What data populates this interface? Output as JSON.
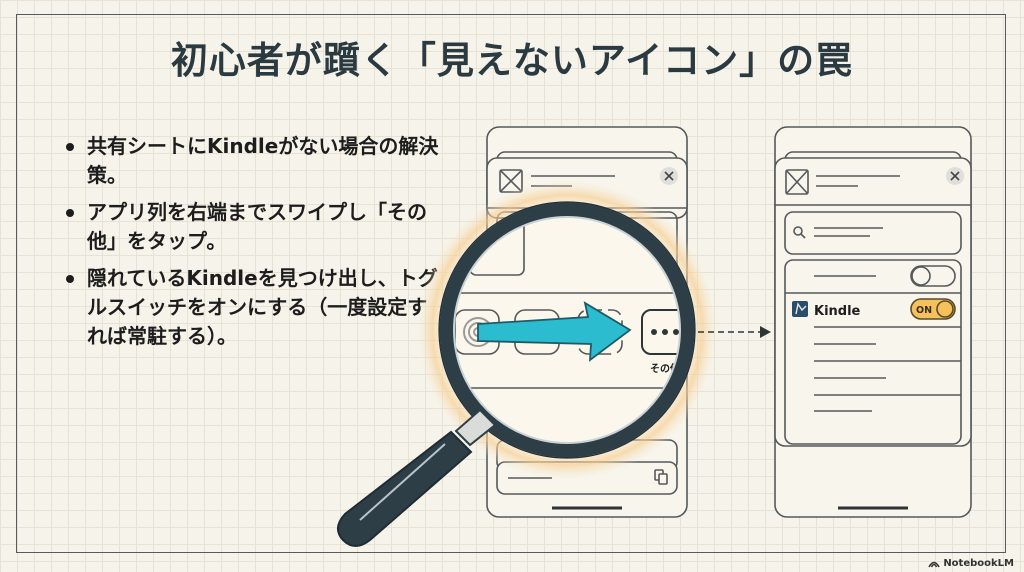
{
  "title": "初心者が躓く「見えないアイコン」の罠",
  "bullets": [
    "共有シートにKindleがない場合の解決策。",
    "アプリ列を右端までスワイプし「その他」をタップ。",
    "隠れているKindleを見つけ出し、トグルスイッチをオンにする（一度設定すれば常駐する）。"
  ],
  "left_phone": {
    "more_button_label": "その他",
    "icons": [
      "airdrop-icon",
      "message-icon",
      "app-icon",
      "more-icon"
    ]
  },
  "right_phone": {
    "app_name": "Kindle",
    "toggle_label": "ON",
    "toggle_state": "on"
  },
  "colors": {
    "arrow": "#2bbcd0",
    "toggle_on": "#f5c15c",
    "magnifier": "#2d3e47",
    "glow": "#f9d9a8"
  },
  "watermark": "NotebookLM"
}
